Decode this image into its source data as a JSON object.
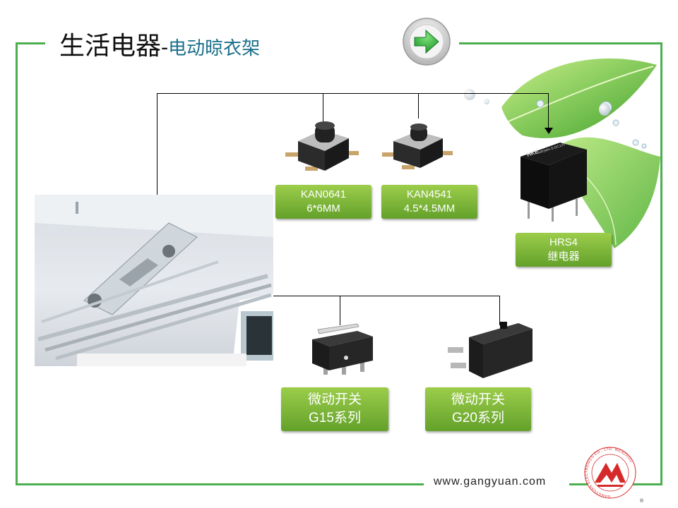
{
  "title": {
    "main": "生活电器",
    "separator": "-",
    "sub": "电动晾衣架"
  },
  "products": {
    "kan0641": {
      "model": "KAN0641",
      "size": "6*6MM"
    },
    "kan4541": {
      "model": "KAN4541",
      "size": "4.5*4.5MM"
    },
    "hrs4": {
      "model": "HRS4",
      "type": "继电器"
    },
    "g15": {
      "type": "微动开关",
      "series": "G15系列"
    },
    "g20": {
      "type": "微动开关",
      "series": "G20系列"
    }
  },
  "relay_print": {
    "brand": "HKE",
    "part": "HRS4H-S-DC12V"
  },
  "logo": {
    "ring_text": "GANGYUAN ELECTRONICS CO., LTD. WENZHOU"
  },
  "footer": {
    "url": "www.gangyuan.com"
  },
  "colors": {
    "frame": "#4caf50",
    "label_top": "#9ccd4b",
    "label_bottom": "#63a12a",
    "logo_red": "#d62a2a",
    "subtitle": "#1a6f8a"
  }
}
